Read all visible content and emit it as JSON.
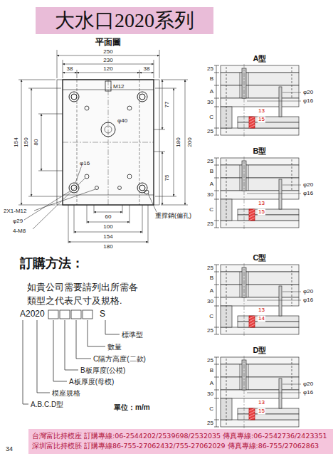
{
  "diagram": {
    "nodes": [
      {
        "text": [
          "大水口2020系列"
        ]
      },
      {
        "text": [
          "台灣富比持模座 訂購專線:06-2544202/2539698/2532035 傳真專線:06-2542736/2423351",
          "深圳富比持模胚 訂購專線86-755-27062432/755-27062029 傳真專線:86-755/27062863"
        ]
      }
    ],
    "labels": [
      "平面圖",
      "250",
      "230",
      "38",
      "120",
      "38",
      "M12",
      "φ40",
      "154",
      "150",
      "80",
      "77",
      "180",
      "200",
      "75",
      "φ16",
      "60",
      "100",
      "154",
      "180",
      "2X1-M12",
      "φ29",
      "4-M8",
      "重撑銷(偏孔)",
      "訂購方法：",
      "如貴公司需要請列出所需各類型之代表尺寸及規格.",
      "A2020",
      "S",
      "標準型",
      "數量",
      "C隔方高度(二款)",
      "B板厚度(公模)",
      "A板厚度(母模)",
      "模座規格",
      "A.B.C.D型",
      "單位：m/m",
      "34",
      "A型",
      "25",
      "B",
      "A",
      "30",
      "C",
      "25",
      "φ20",
      "φ16",
      "13",
      "15",
      "B型",
      "25",
      "B",
      "A",
      "30",
      "C",
      "25",
      "φ20",
      "φ16",
      "13",
      "15",
      "C型",
      "25",
      "B",
      "A",
      "30",
      "C",
      "25",
      "φ20",
      "φ16",
      "13",
      "14",
      "D型",
      "25",
      "B",
      "A",
      "30",
      "C",
      "25",
      "φ20",
      "φ16",
      "13",
      "15"
    ]
  }
}
